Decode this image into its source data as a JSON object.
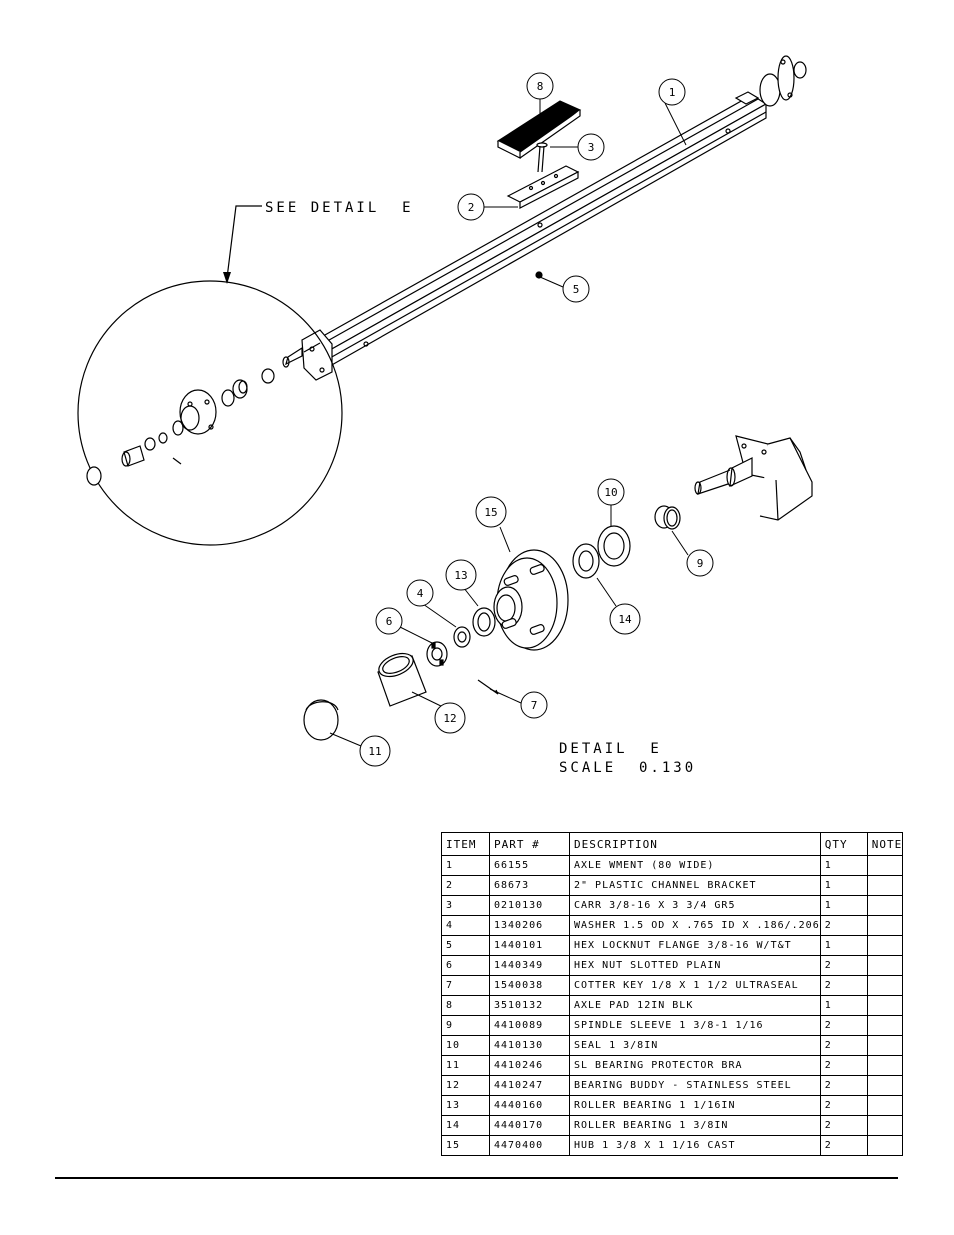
{
  "drawing": {
    "see_detail_label": "SEE DETAIL  E",
    "detail_title": "DETAIL  E",
    "detail_scale": "SCALE  0.130",
    "callouts": [
      "1",
      "2",
      "3",
      "4",
      "5",
      "6",
      "7",
      "8",
      "9",
      "10",
      "11",
      "12",
      "13",
      "14",
      "15"
    ]
  },
  "bom": {
    "headers": {
      "item": "ITEM",
      "part": "PART #",
      "description": "DESCRIPTION",
      "qty": "QTY",
      "note": "NOTE"
    },
    "rows": [
      {
        "item": "1",
        "part": "66155",
        "description": "AXLE WMENT (80 WIDE)",
        "qty": "1",
        "note": ""
      },
      {
        "item": "2",
        "part": "68673",
        "description": "2\" PLASTIC CHANNEL BRACKET",
        "qty": "1",
        "note": ""
      },
      {
        "item": "3",
        "part": "0210130",
        "description": "CARR 3/8-16 X 3 3/4 GR5",
        "qty": "1",
        "note": ""
      },
      {
        "item": "4",
        "part": "1340206",
        "description": "WASHER 1.5 OD X .765 ID X .186/.206",
        "qty": "2",
        "note": ""
      },
      {
        "item": "5",
        "part": "1440101",
        "description": "HEX LOCKNUT FLANGE 3/8-16 W/T&T",
        "qty": "1",
        "note": ""
      },
      {
        "item": "6",
        "part": "1440349",
        "description": "HEX NUT SLOTTED PLAIN",
        "qty": "2",
        "note": ""
      },
      {
        "item": "7",
        "part": "1540038",
        "description": "COTTER KEY 1/8 X 1 1/2 ULTRASEAL",
        "qty": "2",
        "note": ""
      },
      {
        "item": "8",
        "part": "3510132",
        "description": "AXLE PAD 12IN  BLK",
        "qty": "1",
        "note": ""
      },
      {
        "item": "9",
        "part": "4410089",
        "description": "SPINDLE SLEEVE  1 3/8-1 1/16",
        "qty": "2",
        "note": ""
      },
      {
        "item": "10",
        "part": "4410130",
        "description": "SEAL  1 3/8IN",
        "qty": "2",
        "note": ""
      },
      {
        "item": "11",
        "part": "4410246",
        "description": "SL BEARING PROTECTOR BRA",
        "qty": "2",
        "note": ""
      },
      {
        "item": "12",
        "part": "4410247",
        "description": "BEARING BUDDY - STAINLESS STEEL",
        "qty": "2",
        "note": ""
      },
      {
        "item": "13",
        "part": "4440160",
        "description": "ROLLER BEARING   1 1/16IN",
        "qty": "2",
        "note": ""
      },
      {
        "item": "14",
        "part": "4440170",
        "description": "ROLLER BEARING   1 3/8IN",
        "qty": "2",
        "note": ""
      },
      {
        "item": "15",
        "part": "4470400",
        "description": "HUB  1 3/8 X 1 1/16 CAST",
        "qty": "2",
        "note": ""
      }
    ]
  }
}
